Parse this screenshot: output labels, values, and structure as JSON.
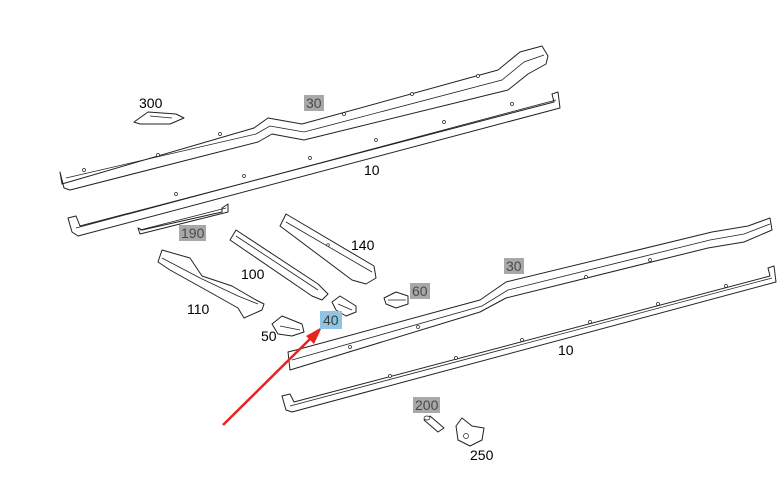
{
  "labels": {
    "l300": "300",
    "l30a": "30",
    "l10a": "10",
    "l190": "190",
    "l140": "140",
    "l100": "100",
    "l110": "110",
    "l30b": "30",
    "l60": "60",
    "l40": "40",
    "l50": "50",
    "l10b": "10",
    "l200": "200",
    "l250": "250"
  },
  "colors": {
    "highlight_gray": "#a8a8a8",
    "highlight_blue": "#8ec5e3",
    "arrow": "#e8231e"
  }
}
